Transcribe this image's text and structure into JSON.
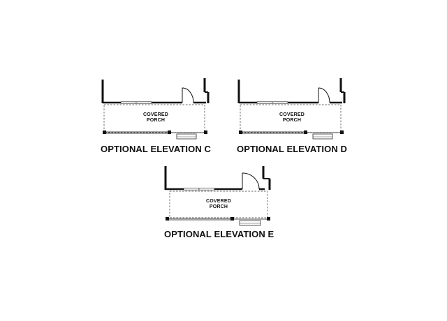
{
  "colors": {
    "wall": "#111111",
    "dashed_line": "#333333",
    "background": "#ffffff"
  },
  "plans": [
    {
      "room_label_line1": "COVERED",
      "room_label_line2": "PORCH",
      "title": "OPTIONAL ELEVATION C"
    },
    {
      "room_label_line1": "COVERED",
      "room_label_line2": "PORCH",
      "title": "OPTIONAL ELEVATION D"
    },
    {
      "room_label_line1": "COVERED",
      "room_label_line2": "PORCH",
      "title": "OPTIONAL ELEVATION E"
    }
  ]
}
